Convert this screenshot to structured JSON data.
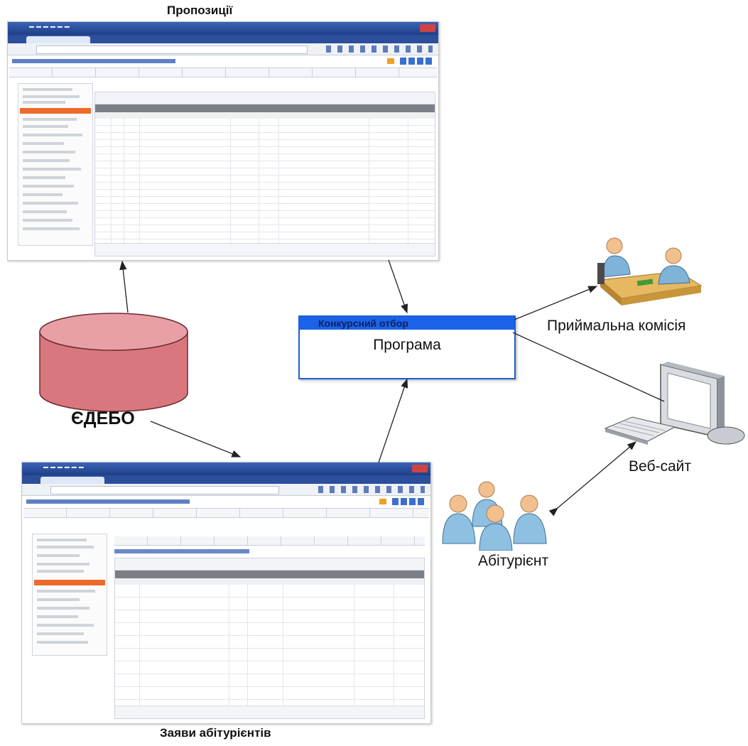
{
  "labels": {
    "proposals": "Пропозиції",
    "applications": "Заяви абітурієнтів",
    "database": "ЄДЕБО",
    "admission_committee": "Приймальна комісія",
    "website": "Веб-сайт",
    "applicant": "Абітурієнт"
  },
  "program_box": {
    "header": "Конкурсний отбор",
    "title": "Програма"
  },
  "colors": {
    "database_fill": "#d9777f",
    "database_stroke": "#6b2a2e",
    "program_header": "#1b63e8",
    "program_border": "#1f5fd1",
    "arrow": "#222222",
    "window_title": "#2b4f9e",
    "selected_item": "#ee6a2c"
  },
  "icons": {
    "admission_committee": "two-people-at-desk-icon",
    "website": "computer-monitor-keyboard-icon",
    "applicant": "group-of-people-icon"
  }
}
